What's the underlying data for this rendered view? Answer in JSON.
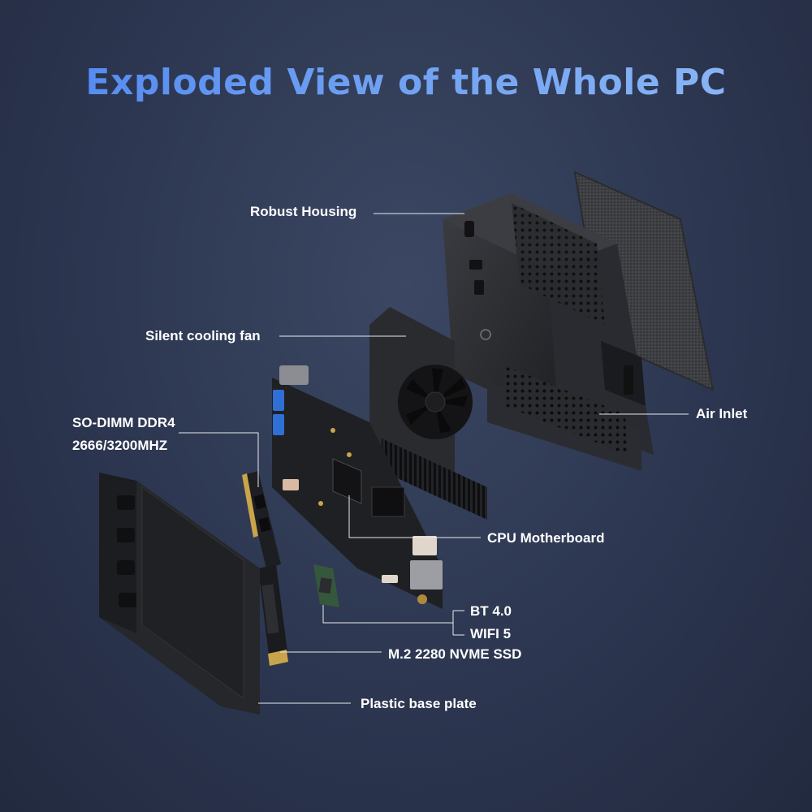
{
  "title": "Exploded View of the Whole PC",
  "labels": {
    "housing": "Robust Housing",
    "fan": "Silent cooling fan",
    "ram_line1": "SO-DIMM DDR4",
    "ram_line2": "2666/3200MHZ",
    "air_inlet": "Air Inlet",
    "motherboard": "CPU Motherboard",
    "bt": "BT 4.0",
    "wifi": "WIFI 5",
    "ssd": "M.2 2280 NVME SSD",
    "base": "Plastic base plate"
  },
  "colors": {
    "title_accent": "#5b8fef",
    "background": "#2c3650",
    "label_text": "#ffffff",
    "pcb": "#1e1f22",
    "housing": "#2e2f33"
  }
}
